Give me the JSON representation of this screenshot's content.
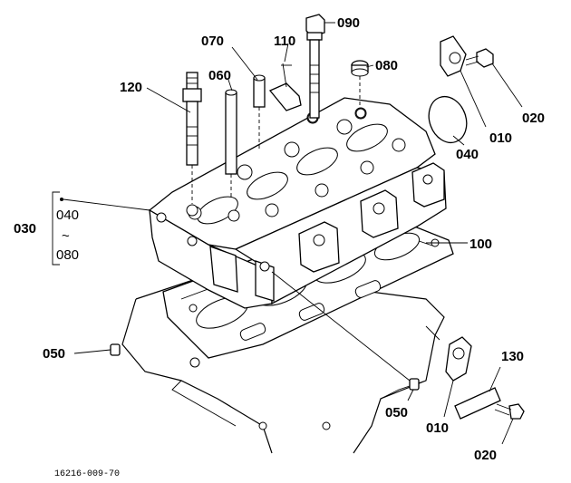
{
  "labels": {
    "p090": "090",
    "p110": "110",
    "p070": "070",
    "p080": "080",
    "p060": "060",
    "p120": "120",
    "p020_top": "020",
    "p010_top": "010",
    "p040": "040",
    "p100": "100",
    "p030": "030",
    "p030_range_from": "040",
    "p030_range_sep": "~",
    "p030_range_to": "080",
    "p050_left": "050",
    "p050_bottom": "050",
    "p010_bottom": "010",
    "p130": "130",
    "p020_bottom": "020"
  },
  "figure_number": "16216-009-70"
}
